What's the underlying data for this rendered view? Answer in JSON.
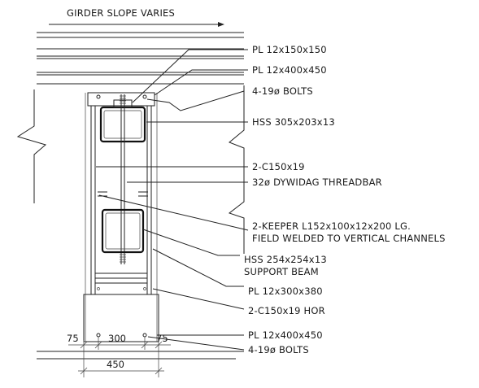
{
  "drawing": {
    "header_note": "GIRDER SLOPE VARIES",
    "callouts": [
      "PL 12x150x150",
      "PL 12x400x450",
      "4-19ø BOLTS",
      "HSS 305x203x13",
      "2-C150x19",
      "32ø DYWIDAG THREADBAR",
      "2-KEEPER L152x100x12x200 LG.",
      "FIELD WELDED TO VERTICAL CHANNELS",
      "HSS 254x254x13",
      "SUPPORT BEAM",
      "PL 12x300x380",
      "2-C150x19 HOR",
      "PL 12x400x450",
      "4-19ø BOLTS"
    ],
    "dimensions": {
      "left": "75",
      "middle": "300",
      "right": "75",
      "overall": "450"
    }
  }
}
